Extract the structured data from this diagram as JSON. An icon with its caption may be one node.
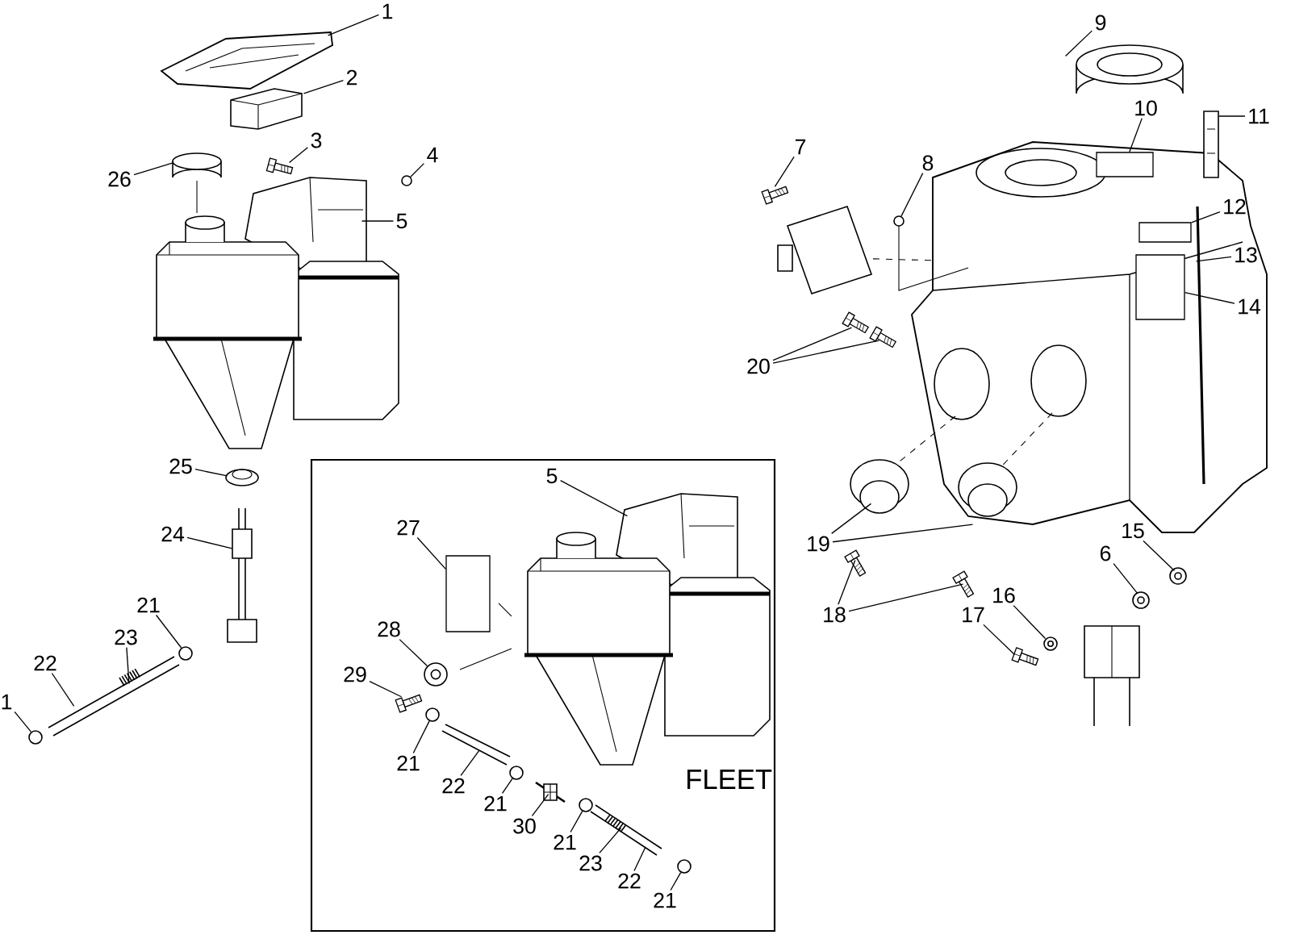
{
  "diagram": {
    "nodes": [
      {
        "text": [
          "FLEET"
        ]
      },
      {
        "text": [
          "1"
        ]
      },
      {
        "text": [
          "2"
        ]
      },
      {
        "text": [
          "3"
        ]
      },
      {
        "text": [
          "4"
        ]
      },
      {
        "text": [
          "26"
        ]
      },
      {
        "text": [
          "5"
        ]
      },
      {
        "text": [
          "25"
        ]
      },
      {
        "text": [
          "24"
        ]
      },
      {
        "text": [
          "21"
        ]
      },
      {
        "text": [
          "23"
        ]
      },
      {
        "text": [
          "22"
        ]
      },
      {
        "text": [
          "1"
        ]
      },
      {
        "text": [
          "9"
        ]
      },
      {
        "text": [
          "10"
        ]
      },
      {
        "text": [
          "11"
        ]
      },
      {
        "text": [
          "7"
        ]
      },
      {
        "text": [
          "8"
        ]
      },
      {
        "text": [
          "12"
        ]
      },
      {
        "text": [
          "13"
        ]
      },
      {
        "text": [
          "14"
        ]
      },
      {
        "text": [
          "20"
        ]
      },
      {
        "text": [
          "19"
        ]
      },
      {
        "text": [
          "18"
        ]
      },
      {
        "text": [
          "15"
        ]
      },
      {
        "text": [
          "6"
        ]
      },
      {
        "text": [
          "16"
        ]
      },
      {
        "text": [
          "17"
        ]
      },
      {
        "text": [
          "5"
        ],
        "in": 0
      },
      {
        "text": [
          "27"
        ],
        "in": 0
      },
      {
        "text": [
          "28"
        ],
        "in": 0
      },
      {
        "text": [
          "29"
        ],
        "in": 0
      },
      {
        "text": [
          "21"
        ],
        "in": 0
      },
      {
        "text": [
          "22"
        ],
        "in": 0
      },
      {
        "text": [
          "21"
        ],
        "in": 0
      },
      {
        "text": [
          "30"
        ],
        "in": 0
      },
      {
        "text": [
          "21"
        ],
        "in": 0
      },
      {
        "text": [
          "23"
        ],
        "in": 0
      },
      {
        "text": [
          "22"
        ],
        "in": 0
      },
      {
        "text": [
          "21"
        ],
        "in": 0
      },
      {
        "text": [],
        "shape": "picture"
      },
      {
        "text": [],
        "shape": "picture"
      },
      {
        "text": [],
        "shape": "picture"
      },
      {
        "text": [],
        "shape": "circle"
      },
      {
        "text": [],
        "shape": "picture"
      },
      {
        "text": [],
        "shape": "picture"
      },
      {
        "text": [],
        "shape": "picture"
      },
      {
        "text": [],
        "shape": "picture"
      },
      {
        "text": [],
        "shape": "circle"
      },
      {
        "text": [],
        "shape": "picture",
        "in": 50
      },
      {
        "text": [],
        "shape": "picture"
      },
      {
        "text": [],
        "shape": "circle"
      },
      {
        "text": [],
        "shape": "picture"
      },
      {
        "text": [],
        "shape": "box"
      },
      {
        "text": [],
        "shape": "picture"
      },
      {
        "text": [],
        "shape": "picture"
      },
      {
        "text": [],
        "shape": "circle"
      },
      {
        "text": [],
        "shape": "box"
      },
      {
        "text": [],
        "shape": "picture"
      },
      {
        "text": [],
        "shape": "box"
      },
      {
        "text": [],
        "shape": "picture"
      },
      {
        "text": [],
        "shape": "picture"
      },
      {
        "text": [],
        "shape": "picture"
      },
      {
        "text": [],
        "shape": "picture"
      },
      {
        "text": [],
        "shape": "picture"
      },
      {
        "text": [],
        "shape": "picture"
      },
      {
        "text": [],
        "shape": "picture"
      },
      {
        "text": [],
        "shape": "picture"
      },
      {
        "text": [],
        "shape": "picture"
      },
      {
        "text": [],
        "shape": "picture"
      },
      {
        "text": [],
        "shape": "picture",
        "in": 0
      },
      {
        "text": [],
        "shape": "box",
        "in": 0
      },
      {
        "text": [],
        "shape": "picture",
        "in": 0
      },
      {
        "text": [],
        "shape": "picture",
        "in": 0
      },
      {
        "text": [],
        "shape": "circle",
        "in": 0
      },
      {
        "text": [],
        "shape": "picture",
        "in": 0
      },
      {
        "text": [],
        "shape": "circle",
        "in": 0
      },
      {
        "text": [],
        "shape": "picture",
        "in": 0
      },
      {
        "text": [],
        "shape": "circle",
        "in": 0
      },
      {
        "text": [],
        "shape": "picture",
        "in": 80
      },
      {
        "text": [],
        "shape": "picture",
        "in": 0
      },
      {
        "text": [],
        "shape": "circle",
        "in": 0
      }
    ],
    "edges": [
      {
        "from": 1,
        "to": 40,
        "arrow": "none"
      },
      {
        "from": 2,
        "to": 41,
        "arrow": "none"
      },
      {
        "from": 3,
        "to": 42,
        "arrow": "none"
      },
      {
        "from": 4,
        "to": 43,
        "arrow": "none"
      },
      {
        "from": 5,
        "to": 44,
        "arrow": "none"
      },
      {
        "from": 6,
        "to": 45,
        "arrow": "none"
      },
      {
        "from": 7,
        "to": 46,
        "arrow": "none"
      },
      {
        "from": 8,
        "to": 47,
        "arrow": "none"
      },
      {
        "from": 9,
        "to": 48,
        "arrow": "none"
      },
      {
        "from": 10,
        "to": 49,
        "arrow": "none"
      },
      {
        "from": 11,
        "to": 50,
        "arrow": "none"
      },
      {
        "from": 12,
        "to": 51,
        "arrow": "none"
      },
      {
        "from": 13,
        "to": 52,
        "arrow": "none"
      },
      {
        "from": 14,
        "to": 53,
        "arrow": "none"
      },
      {
        "from": 15,
        "to": 54,
        "arrow": "none"
      },
      {
        "from": 16,
        "to": 55,
        "arrow": "none"
      },
      {
        "from": 17,
        "to": 56,
        "arrow": "none"
      },
      {
        "from": 18,
        "to": 57,
        "arrow": "none"
      },
      {
        "from": 19,
        "to": 58,
        "arrow": "none"
      },
      {
        "from": 20,
        "to": 59,
        "arrow": "none"
      },
      {
        "from": 21,
        "to": 60,
        "arrow": "none"
      },
      {
        "from": 21,
        "to": 61,
        "arrow": "none"
      },
      {
        "from": 22,
        "to": 62,
        "arrow": "none"
      },
      {
        "from": 22,
        "to": 63,
        "arrow": "none"
      },
      {
        "from": 23,
        "to": 64,
        "arrow": "none"
      },
      {
        "from": 23,
        "to": 65,
        "arrow": "none"
      },
      {
        "from": 24,
        "to": 66,
        "arrow": "none"
      },
      {
        "from": 25,
        "to": 67,
        "arrow": "none"
      },
      {
        "from": 26,
        "to": 68,
        "arrow": "none"
      },
      {
        "from": 27,
        "to": 69,
        "arrow": "none"
      },
      {
        "from": 28,
        "to": 70,
        "arrow": "none"
      },
      {
        "from": 29,
        "to": 71,
        "arrow": "none"
      },
      {
        "from": 30,
        "to": 72,
        "arrow": "none"
      },
      {
        "from": 31,
        "to": 73,
        "arrow": "none"
      },
      {
        "from": 32,
        "to": 74,
        "arrow": "none"
      },
      {
        "from": 33,
        "to": 75,
        "arrow": "none"
      },
      {
        "from": 34,
        "to": 76,
        "arrow": "none"
      },
      {
        "from": 35,
        "to": 77,
        "arrow": "none"
      },
      {
        "from": 36,
        "to": 78,
        "arrow": "none"
      },
      {
        "from": 37,
        "to": 79,
        "arrow": "none"
      },
      {
        "from": 38,
        "to": 80,
        "arrow": "none"
      },
      {
        "from": 39,
        "to": 81,
        "arrow": "none"
      }
    ]
  }
}
